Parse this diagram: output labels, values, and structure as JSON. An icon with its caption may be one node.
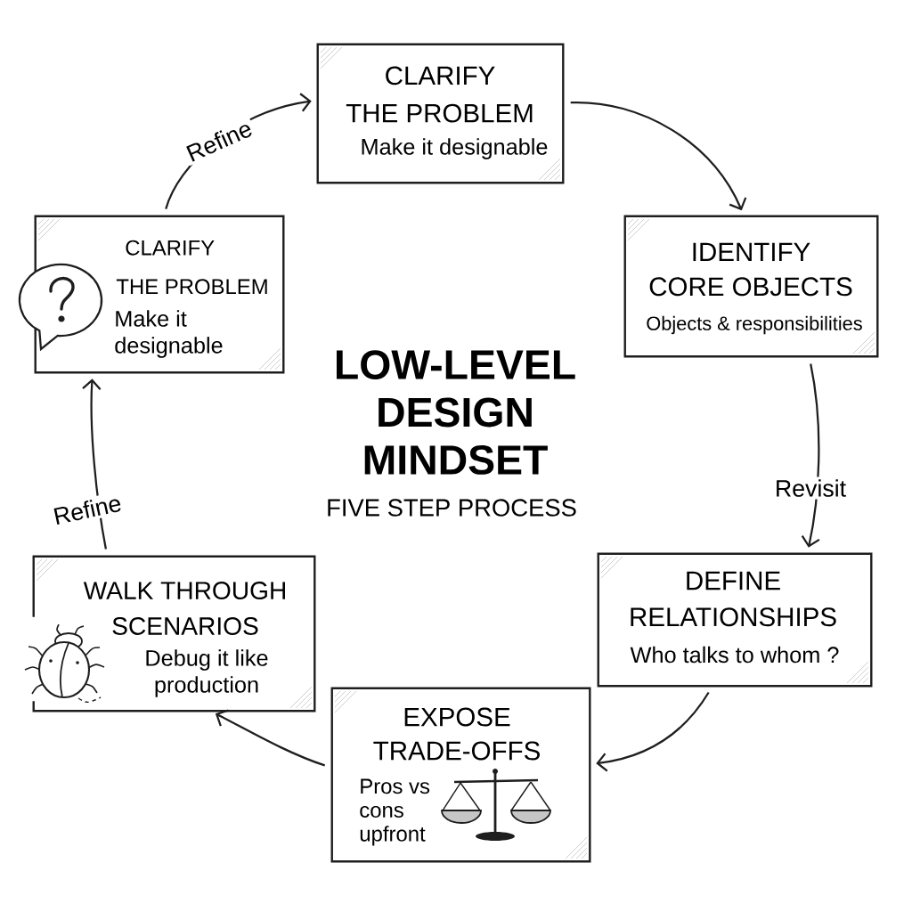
{
  "diagram": {
    "title": "LOW-LEVEL DESIGN MINDSET",
    "nodes": [
      {
        "text": [
          "CLARIFY THE PROBLEM",
          "Make it designable"
        ]
      },
      {
        "text": [
          "IDENTIFY CORE OBJECTS",
          "Objects & responsibilities"
        ]
      },
      {
        "text": [
          "DEFINE RELATIONSHIPS",
          "Who talks to whom ?"
        ]
      },
      {
        "text": [
          "EXPOSE TRADE-OFFS",
          "Pros vs cons upfront"
        ]
      },
      {
        "text": [
          "WALK THROUGH SCENARIOS",
          "Debug it like production"
        ]
      },
      {
        "text": [
          "CLARIFY THE PROBLEM",
          "Make it designable"
        ]
      }
    ],
    "edges": [
      {
        "from": 0,
        "to": 1,
        "arrow": "to"
      },
      {
        "from": 1,
        "to": 2,
        "arrow": "to",
        "label": "Revisit"
      },
      {
        "from": 2,
        "to": 3,
        "arrow": "to"
      },
      {
        "from": 3,
        "to": 4,
        "arrow": "to"
      },
      {
        "from": 4,
        "to": 5,
        "arrow": "to",
        "label": "Refine"
      },
      {
        "from": 5,
        "to": 0,
        "arrow": "to",
        "label": "Refine"
      }
    ],
    "labels": [
      "FIVE STEP PROCESS"
    ]
  }
}
